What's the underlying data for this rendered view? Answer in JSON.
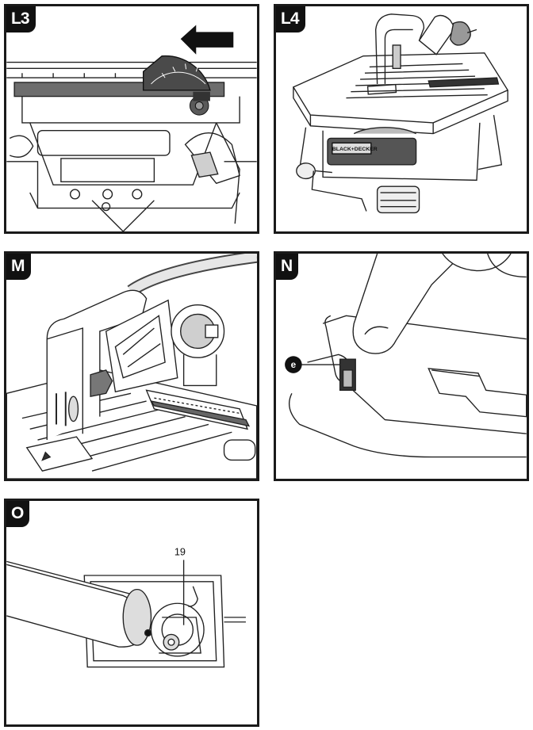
{
  "panels": {
    "l3": {
      "tag": "L3"
    },
    "l4": {
      "tag": "L4",
      "product_mark": "BLACK+DECKER"
    },
    "m": {
      "tag": "M"
    },
    "n": {
      "tag": "N",
      "callout": "e"
    },
    "o": {
      "tag": "O",
      "callout": "19"
    }
  }
}
